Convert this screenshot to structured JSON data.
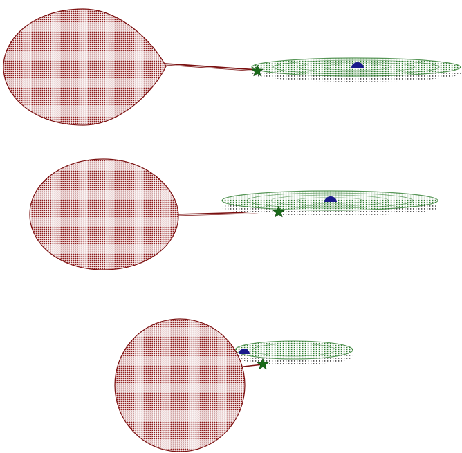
{
  "colors": {
    "star": "#8b1a1a",
    "disk": "#2f7d2f",
    "disk_rim": "#111111",
    "compact_object": "#1a1a8c",
    "hotspot": "#1a6a1a",
    "stream": "#7a1010",
    "background": "#ffffff"
  },
  "icons": {
    "donor_star": "dotted-ellipsoid",
    "accretion_disk": "dotted-ring-disk",
    "accretor": "half-dome",
    "impact_point": "star-marker"
  },
  "panels": [
    {
      "id": "panel-1"
    },
    {
      "id": "panel-2"
    },
    {
      "id": "panel-3"
    }
  ]
}
